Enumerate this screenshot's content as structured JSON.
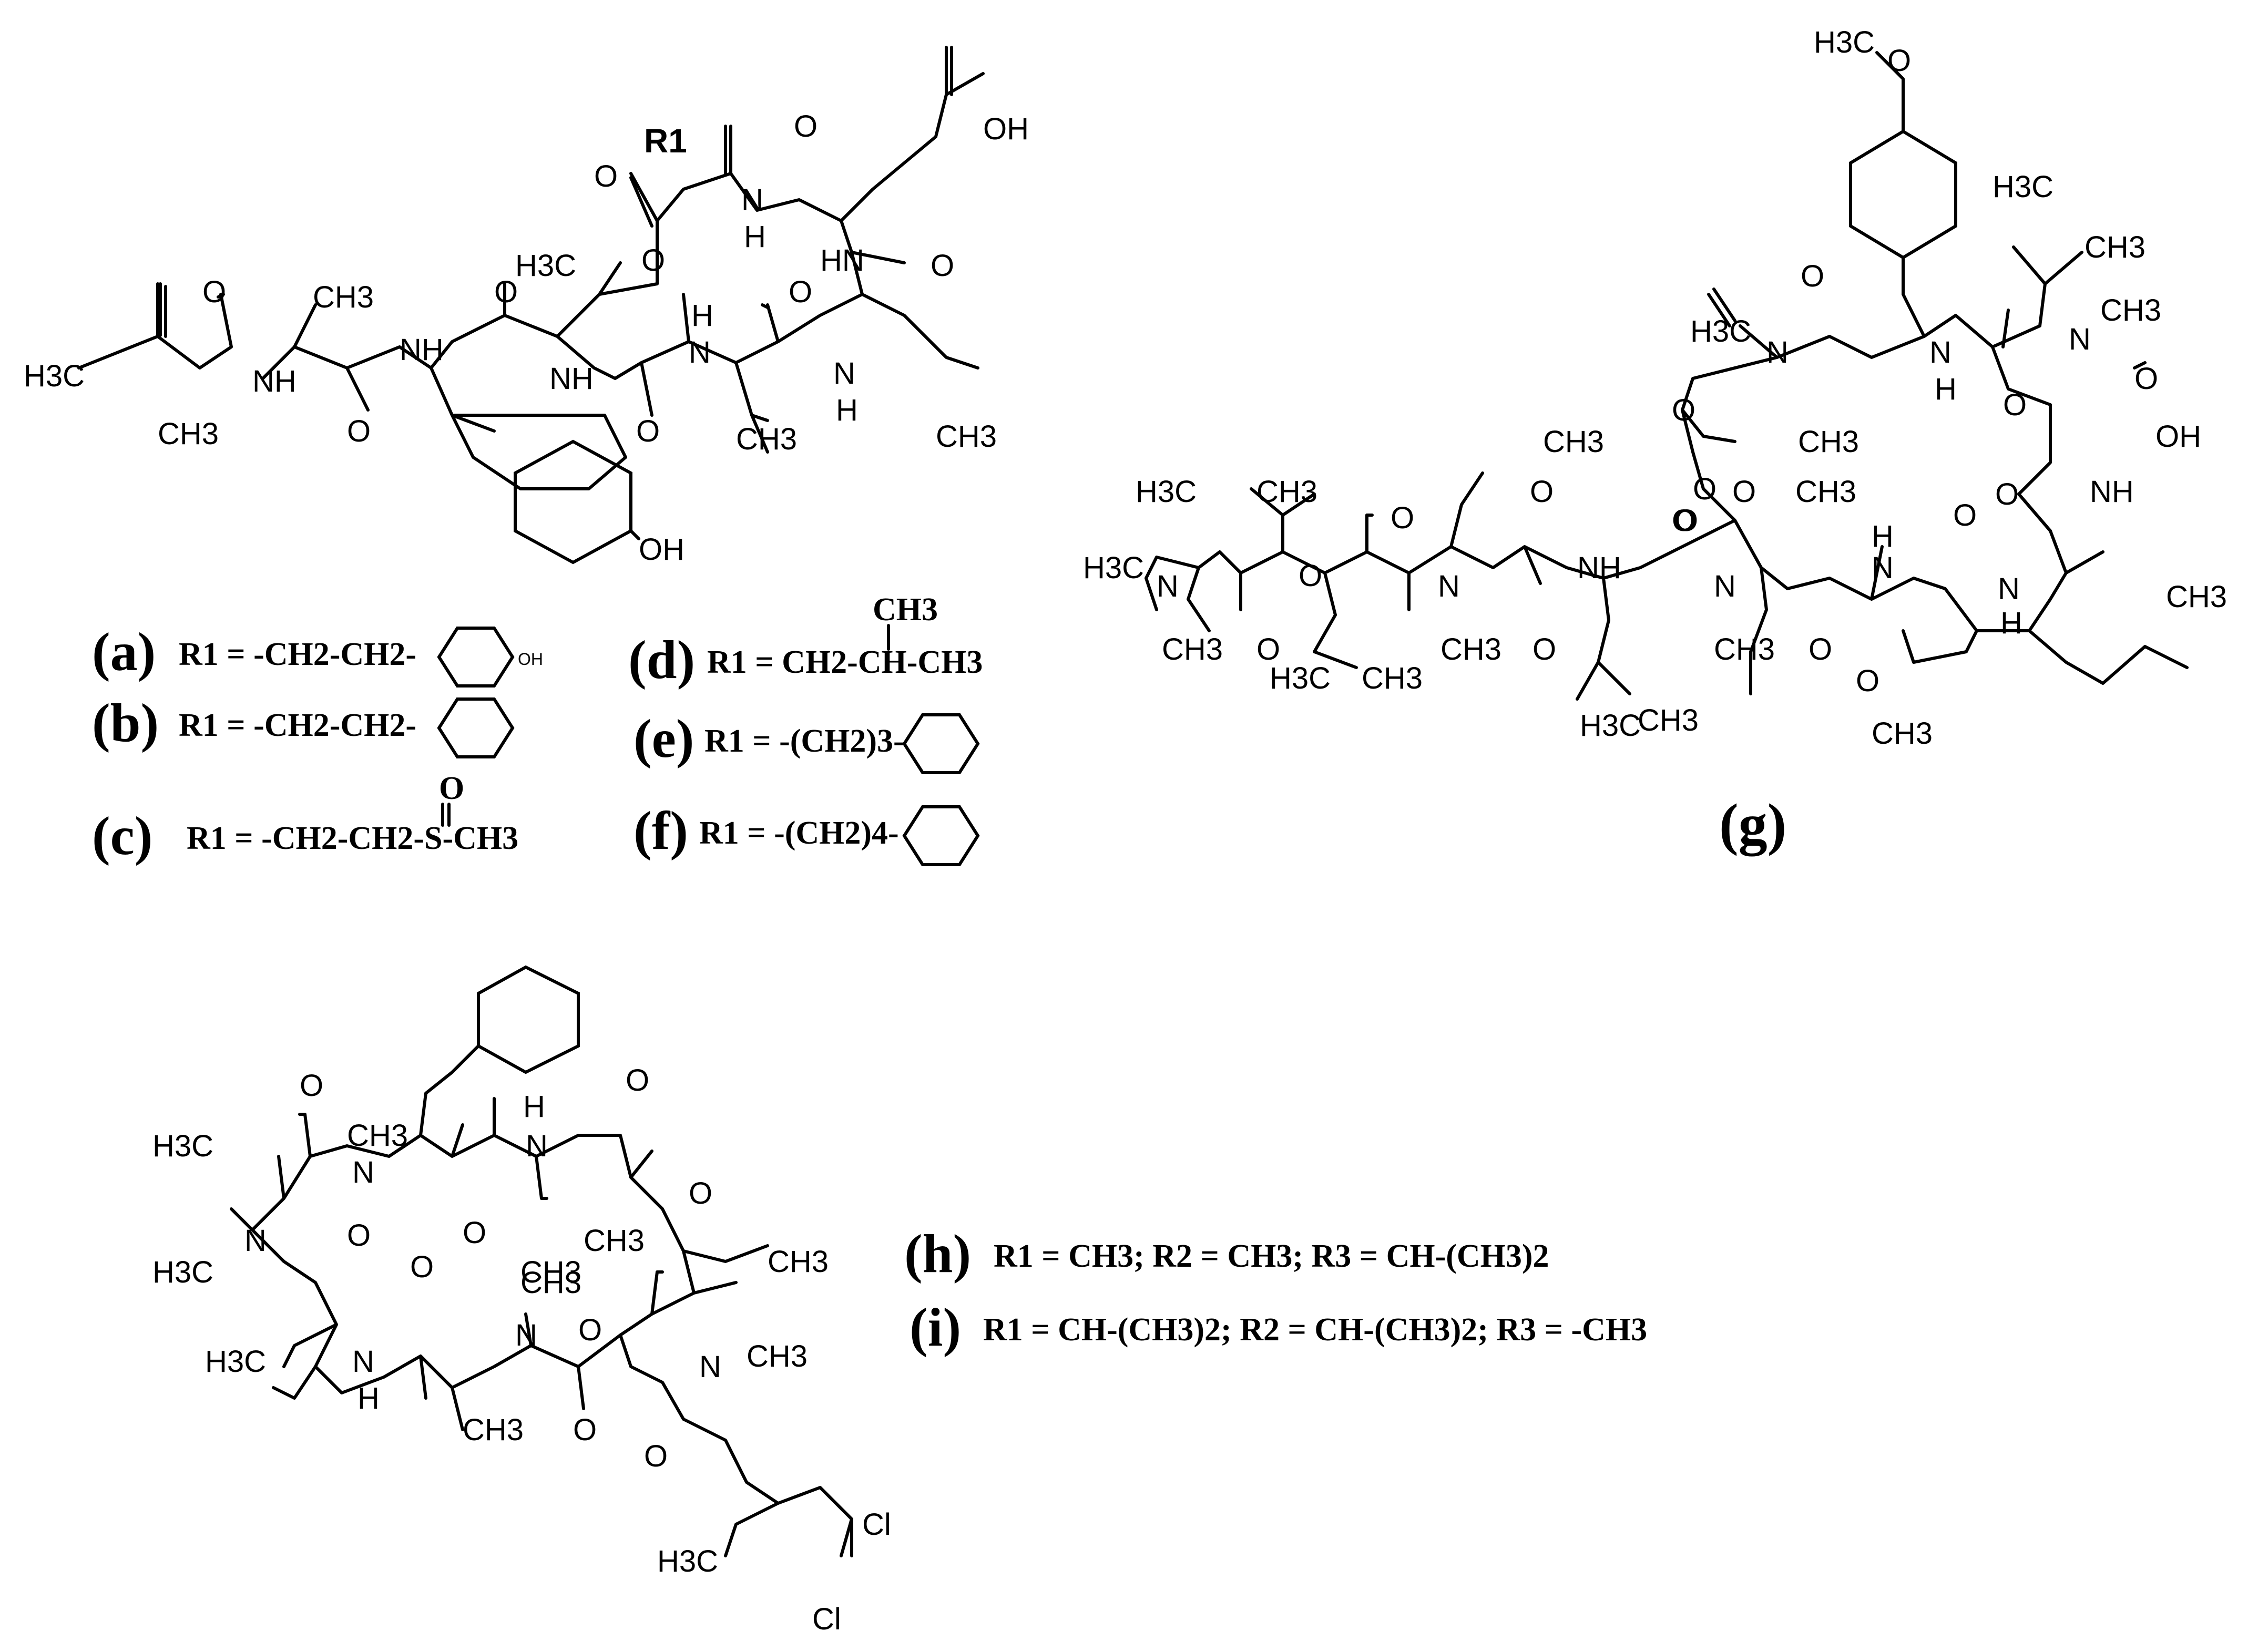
{
  "compounds": {
    "top_left": {
      "atoms": {
        "r1_top": "R1",
        "oh_acid": "OH",
        "o_ester": "O",
        "o_top": "O",
        "nh_top": "N",
        "h_top": "H",
        "hn_right": "HN",
        "o_right": "O",
        "h3c_mid": "H3C",
        "o_ring": "O",
        "o_left": "O",
        "ch3_left": "CH3",
        "h3c_far": "H3C",
        "nh1": "NH",
        "ch3_tail": "CH3",
        "o_low1": "O",
        "nh2": "NH",
        "o_phe": "O",
        "nh3": "NH",
        "o_low2": "O",
        "n_mid": "N",
        "h_mid": "H",
        "o_mid": "O",
        "n_right": "N",
        "h_right": "H",
        "ch3_ala": "CH3",
        "ch3_right": "CH3",
        "oh_phenol": "OH"
      },
      "variants": [
        {
          "label": "(a)",
          "text": "R1 = -CH2-CH2-",
          "ring_text": "OH"
        },
        {
          "label": "(b)",
          "text": "R1 = -CH2-CH2-"
        },
        {
          "label": "(c)",
          "text": "R1 = -CH2-CH2-S-CH3",
          "above": "O"
        },
        {
          "label": "(d)",
          "text": "R1 = CH2-CH-CH3",
          "above": "CH3"
        },
        {
          "label": "(e)",
          "text": "R1 = -(CH2)3-"
        },
        {
          "label": "(f)",
          "text": "R1 = -(CH2)4-"
        }
      ]
    },
    "right": {
      "label": "(g)",
      "atoms": {
        "h3co": "H3C",
        "o_ome": "O",
        "h3c_leu": "H3C",
        "ch3_leu": "CH3",
        "h3c_n": "H3C",
        "n_left": "N",
        "o_a": "O",
        "nh_a": "N",
        "h_a": "H",
        "o_b": "O",
        "n_b": "N",
        "ch3_b": "CH3",
        "o_c": "O",
        "oh_c": "OH",
        "o_d": "O",
        "o_e": "O",
        "ch3_ala": "CH3",
        "ch3_ome2": "CH3",
        "o_ome2": "O",
        "h3c_val": "H3C",
        "ch3_val": "CH3",
        "o_f": "O",
        "o_g": "O",
        "o_thr": "O",
        "ch3_thr": "CH3",
        "nh_h": "NH",
        "o_i": "O",
        "h3c_nme": "H3C",
        "n_nme": "N",
        "ch3_nme": "CH3",
        "o_j": "O",
        "o_k": "O",
        "n_k": "N",
        "ch3_k": "CH3",
        "o_l": "O",
        "nh_l": "NH",
        "o_m": "O",
        "n_m": "N",
        "ch3_m": "CH3",
        "o_n": "O",
        "h_n": "H",
        "n_n": "N",
        "o_o": "O",
        "n_o": "N",
        "h_o": "H",
        "ch3_prop": "CH3",
        "h3c_ival": "H3C",
        "ch3_ival": "CH3",
        "h3c_leu2": "H3C",
        "ch3_leu2": "CH3",
        "o_ome3": "O",
        "ch3_ome3": "CH3"
      }
    },
    "bottom": {
      "atoms": {
        "o_a": "O",
        "ch3_a": "CH3",
        "h3c_a": "H3C",
        "n_a": "N",
        "h_a": "H",
        "o_b": "O",
        "n_b": "N",
        "o_c": "O",
        "o_d": "O",
        "ch3_d": "CH3",
        "o_e": "O",
        "h3c_e": "H3C",
        "n_e": "N",
        "ch3_e": "CH3",
        "o_f": "O",
        "ch3_f": "CH3",
        "h3c_f": "H3C",
        "nh_f": "N",
        "h_f": "H",
        "o_g": "O",
        "n_g": "N",
        "ch3_g": "CH3",
        "ch3_g2": "CH3",
        "o_h": "O",
        "n_h": "N",
        "ch3_h": "CH3",
        "o_i": "O",
        "h3c_i": "H3C",
        "cl1": "Cl",
        "cl2": "Cl"
      },
      "variants": [
        {
          "label": "(h)",
          "text": "R1 = CH3; R2 = CH3; R3 = CH-(CH3)2"
        },
        {
          "label": "(i)",
          "text": "R1 = CH-(CH3)2; R2 = CH-(CH3)2; R3 = -CH3"
        }
      ]
    }
  }
}
